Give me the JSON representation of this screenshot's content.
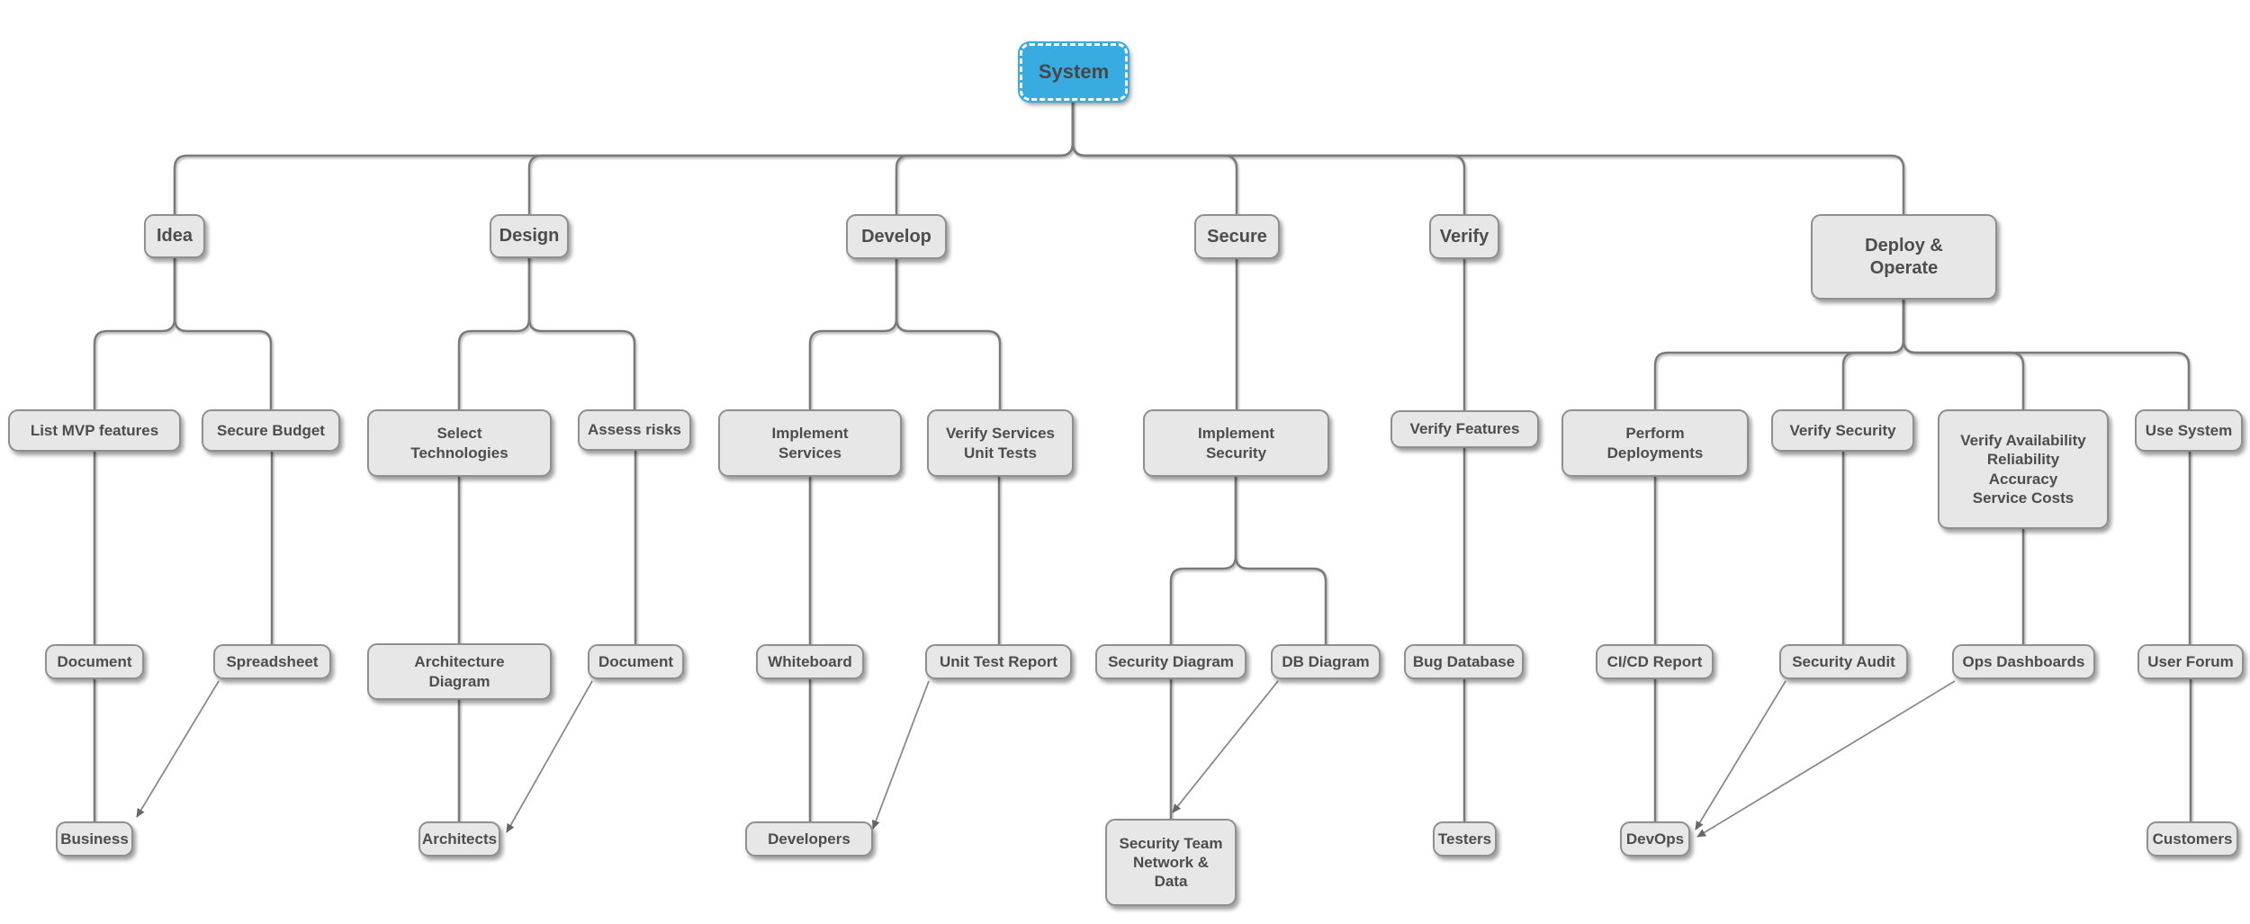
{
  "diagram": {
    "type": "tree",
    "selected_node": "System",
    "accent_color": "#38ace0",
    "node_fill_color": "#e7e7e7",
    "node_border_color": "#8f8f8f",
    "connector_color": "#7a7a7a",
    "arrow_color": "#8a8a8a",
    "text_color": "#4d4d4d"
  },
  "nodes": {
    "system": {
      "label": "System"
    },
    "idea": {
      "label": "Idea"
    },
    "design": {
      "label": "Design"
    },
    "develop": {
      "label": "Develop"
    },
    "secure": {
      "label": "Secure"
    },
    "verify": {
      "label": "Verify"
    },
    "deploy_operate": {
      "label": "Deploy &\nOperate"
    },
    "list_mvp_features": {
      "label": "List MVP features"
    },
    "secure_budget": {
      "label": "Secure Budget"
    },
    "select_technologies": {
      "label": "Select\nTechnologies"
    },
    "assess_risks": {
      "label": "Assess risks"
    },
    "implement_services": {
      "label": "Implement\nServices"
    },
    "verify_services_unit_tests": {
      "label": "Verify Services\nUnit Tests"
    },
    "implement_security": {
      "label": "Implement\nSecurity"
    },
    "verify_features": {
      "label": "Verify Features"
    },
    "perform_deployments": {
      "label": "Perform\nDeployments"
    },
    "verify_security": {
      "label": "Verify Security"
    },
    "verify_availability": {
      "label": "Verify Availability\nReliability\nAccuracy\nService Costs"
    },
    "use_system": {
      "label": "Use System"
    },
    "document_idea": {
      "label": "Document"
    },
    "spreadsheet": {
      "label": "Spreadsheet"
    },
    "architecture_diagram": {
      "label": "Architecture\nDiagram"
    },
    "document_design": {
      "label": "Document"
    },
    "whiteboard": {
      "label": "Whiteboard"
    },
    "unit_test_report": {
      "label": "Unit Test Report"
    },
    "security_diagram": {
      "label": "Security Diagram"
    },
    "db_diagram": {
      "label": "DB Diagram"
    },
    "bug_database": {
      "label": "Bug Database"
    },
    "cicd_report": {
      "label": "CI/CD Report"
    },
    "security_audit": {
      "label": "Security Audit"
    },
    "ops_dashboards": {
      "label": "Ops Dashboards"
    },
    "user_forum": {
      "label": "User Forum"
    },
    "business": {
      "label": "Business"
    },
    "architects": {
      "label": "Architects"
    },
    "developers": {
      "label": "Developers"
    },
    "security_team": {
      "label": "Security Team\nNetwork &\nData"
    },
    "testers": {
      "label": "Testers"
    },
    "devops": {
      "label": "DevOps"
    },
    "customers": {
      "label": "Customers"
    }
  },
  "edges": [
    {
      "from": "System",
      "to": "Idea"
    },
    {
      "from": "System",
      "to": "Design"
    },
    {
      "from": "System",
      "to": "Develop"
    },
    {
      "from": "System",
      "to": "Secure"
    },
    {
      "from": "System",
      "to": "Verify"
    },
    {
      "from": "System",
      "to": "Deploy & Operate"
    },
    {
      "from": "Idea",
      "to": "List MVP features"
    },
    {
      "from": "Idea",
      "to": "Secure Budget"
    },
    {
      "from": "Design",
      "to": "Select Technologies"
    },
    {
      "from": "Design",
      "to": "Assess risks"
    },
    {
      "from": "Develop",
      "to": "Implement Services"
    },
    {
      "from": "Develop",
      "to": "Verify Services Unit Tests"
    },
    {
      "from": "Secure",
      "to": "Implement Security"
    },
    {
      "from": "Verify",
      "to": "Verify Features"
    },
    {
      "from": "Deploy & Operate",
      "to": "Perform Deployments"
    },
    {
      "from": "Deploy & Operate",
      "to": "Verify Security"
    },
    {
      "from": "Deploy & Operate",
      "to": "Verify Availability Reliability Accuracy Service Costs"
    },
    {
      "from": "Deploy & Operate",
      "to": "Use System"
    },
    {
      "from": "List MVP features",
      "to": "Document"
    },
    {
      "from": "Secure Budget",
      "to": "Spreadsheet"
    },
    {
      "from": "Select Technologies",
      "to": "Architecture Diagram"
    },
    {
      "from": "Assess risks",
      "to": "Document"
    },
    {
      "from": "Implement Services",
      "to": "Whiteboard"
    },
    {
      "from": "Verify Services Unit Tests",
      "to": "Unit Test Report"
    },
    {
      "from": "Implement Security",
      "to": "Security Diagram"
    },
    {
      "from": "Implement Security",
      "to": "DB Diagram"
    },
    {
      "from": "Verify Features",
      "to": "Bug Database"
    },
    {
      "from": "Perform Deployments",
      "to": "CI/CD Report"
    },
    {
      "from": "Verify Security",
      "to": "Security Audit"
    },
    {
      "from": "Verify Availability Reliability Accuracy Service Costs",
      "to": "Ops Dashboards"
    },
    {
      "from": "Use System",
      "to": "User Forum"
    },
    {
      "from": "Document",
      "to": "Business"
    },
    {
      "from": "Architecture Diagram",
      "to": "Architects"
    },
    {
      "from": "Whiteboard",
      "to": "Developers"
    },
    {
      "from": "Security Diagram",
      "to": "Security Team Network & Data"
    },
    {
      "from": "Bug Database",
      "to": "Testers"
    },
    {
      "from": "CI/CD Report",
      "to": "DevOps"
    },
    {
      "from": "User Forum",
      "to": "Customers"
    }
  ],
  "arrows": [
    {
      "from": "Spreadsheet",
      "to": "Business"
    },
    {
      "from": "Document (Design)",
      "to": "Architects"
    },
    {
      "from": "Unit Test Report",
      "to": "Developers"
    },
    {
      "from": "DB Diagram",
      "to": "Security Team Network & Data"
    },
    {
      "from": "Security Audit",
      "to": "DevOps"
    },
    {
      "from": "Ops Dashboards",
      "to": "DevOps"
    }
  ]
}
